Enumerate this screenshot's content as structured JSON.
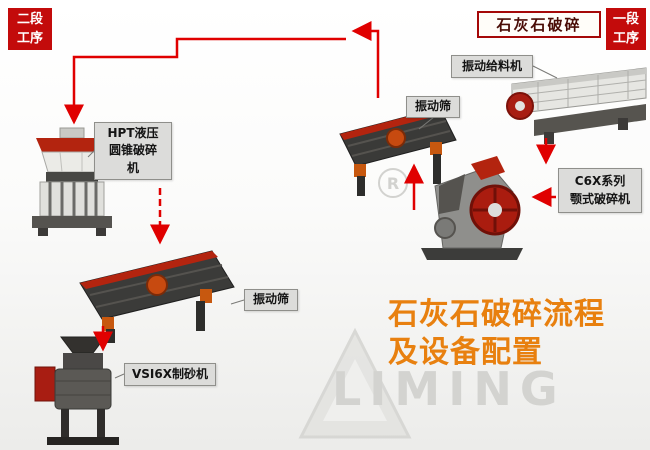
{
  "stage_badges": {
    "second": {
      "line1": "二段",
      "line2": "工序"
    },
    "first": {
      "line1": "一段",
      "line2": "工序"
    }
  },
  "material_label": "石灰石破碎",
  "equipment": {
    "feeder": {
      "label": "振动给料机"
    },
    "screen1": {
      "label": "振动筛"
    },
    "jaw": {
      "line1": "C6X系列",
      "line2": "颚式破碎机"
    },
    "cone": {
      "line1": "HPT液压",
      "line2": "圆锥破碎",
      "line3": "机"
    },
    "screen2": {
      "label": "振动筛"
    },
    "vsi": {
      "label": "VSI6X制砂机"
    }
  },
  "caption": {
    "line1": "石灰石破碎流程",
    "line2": "及设备配置"
  },
  "watermark": {
    "brand": "LIMING",
    "registered": "R"
  },
  "colors": {
    "arrow_red": "#e00000",
    "badge_red": "#c30b0b",
    "caption_orange": "#e8800f",
    "machine_red": "#b3240f",
    "label_gray": "#dcdcda"
  }
}
